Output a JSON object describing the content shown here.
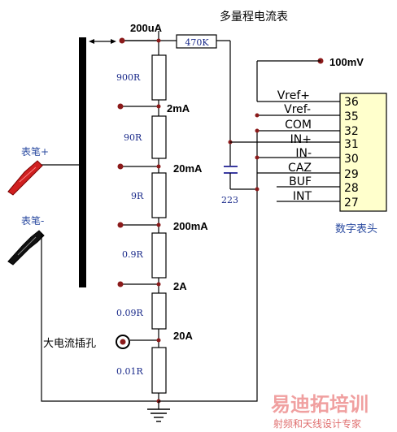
{
  "title": "多量程电流表",
  "range_labels": [
    "200uA",
    "2mA",
    "20mA",
    "200mA",
    "2A",
    "20A"
  ],
  "resistors": [
    {
      "value": "470K",
      "name": "r-470k"
    },
    {
      "value": "900R",
      "name": "r-900r"
    },
    {
      "value": "90R",
      "name": "r-90r"
    },
    {
      "value": "9R",
      "name": "r-9r"
    },
    {
      "value": "0.9R",
      "name": "r-0-9r"
    },
    {
      "value": "0.09R",
      "name": "r-0-09r"
    },
    {
      "value": "0.01R",
      "name": "r-0-01r"
    }
  ],
  "capacitor": "223",
  "voltage": "100mV",
  "probe_plus": "表笔+",
  "probe_minus": "表笔-",
  "jack_label": "大电流插孔",
  "chip_label": "数字表头",
  "chip_pins": [
    {
      "name": "Vref+",
      "num": "36"
    },
    {
      "name": "Vref-",
      "num": "35"
    },
    {
      "name": "COM",
      "num": "32"
    },
    {
      "name": "IN+",
      "num": "31"
    },
    {
      "name": "IN-",
      "num": "30"
    },
    {
      "name": "CAZ",
      "num": "29"
    },
    {
      "name": "BUF",
      "num": "28"
    },
    {
      "name": "INT",
      "num": "27"
    }
  ],
  "watermark": {
    "main": "易迪拓培训",
    "sub": "射频和天线设计专家"
  }
}
